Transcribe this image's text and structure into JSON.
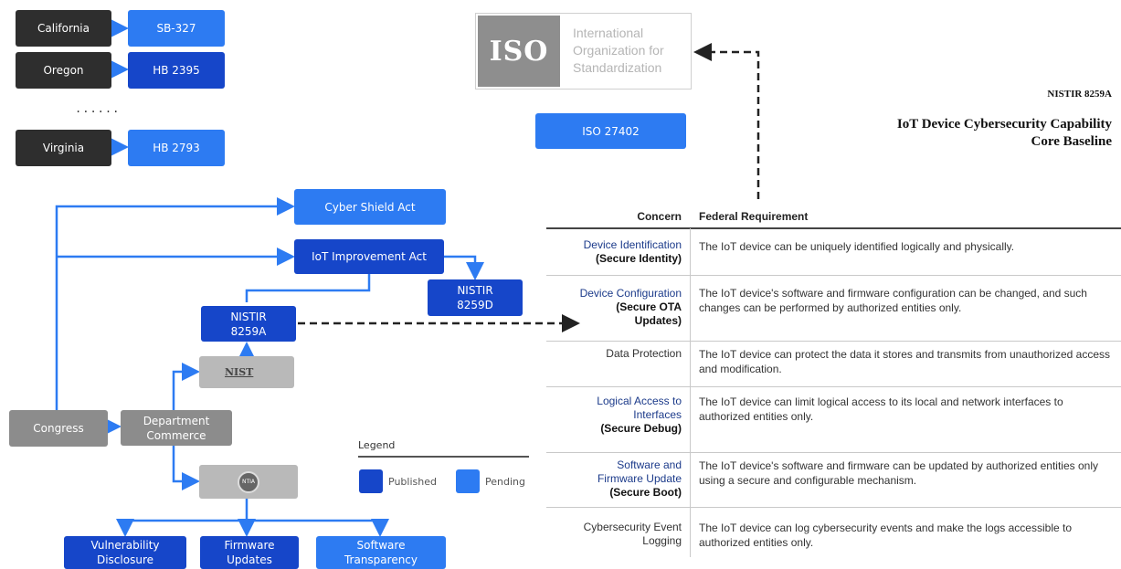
{
  "states": [
    {
      "state": "California",
      "bill": "SB-327"
    },
    {
      "state": "Oregon",
      "bill": "HB 2395"
    },
    {
      "state": "Virginia",
      "bill": "HB 2793"
    }
  ],
  "states_ellipsis": "......",
  "iso": {
    "mark": "ISO",
    "name": "International Organization for Standardization",
    "standard": "ISO 27402"
  },
  "nistir": {
    "doc_id": "NISTIR 8259A",
    "title_line1": "IoT Device Cybersecurity Capability",
    "title_line2": "Core Baseline"
  },
  "flow": {
    "cyber_shield": "Cyber Shield Act",
    "iot_improvement": "IoT Improvement Act",
    "nistir_8259d": "NISTIR 8259D",
    "nistir_8259a": "NISTIR 8259A",
    "nist_logo": "NIST",
    "congress": "Congress",
    "department_commerce": "Department Commerce",
    "ntia_logo": "NTIA",
    "vulnerability": "Vulnerability Disclosure",
    "firmware": "Firmware Updates",
    "software": "Software Transparency"
  },
  "legend": {
    "title": "Legend",
    "published": "Published",
    "pending": "Pending",
    "published_color": "#1646c9",
    "pending_color": "#2d7bf2"
  },
  "table": {
    "col_concern": "Concern",
    "col_requirement": "Federal Requirement",
    "rows": [
      {
        "concern": "Device Identification",
        "secure": "(Secure Identity)",
        "requirement": "The IoT device can be uniquely identified logically and physically."
      },
      {
        "concern": "Device Configuration",
        "secure": "(Secure OTA Updates)",
        "requirement": "The IoT device's software and firmware configuration can be changed, and such changes can be performed by authorized entities only."
      },
      {
        "concern": "Data Protection",
        "secure": "",
        "requirement": "The IoT device can protect the data it stores and transmits from unauthorized access and modification."
      },
      {
        "concern": "Logical Access to Interfaces",
        "secure": "(Secure Debug)",
        "requirement": "The IoT device can limit logical access to its local and network interfaces to authorized entities only."
      },
      {
        "concern": "Software and Firmware Update",
        "secure": "(Secure Boot)",
        "requirement": "The IoT device's software and firmware can be updated by authorized entities only using a secure and configurable mechanism."
      },
      {
        "concern": "Cybersecurity Event Logging",
        "secure": "",
        "requirement": "The IoT device can log cybersecurity events and make the logs accessible to authorized entities only."
      }
    ]
  }
}
